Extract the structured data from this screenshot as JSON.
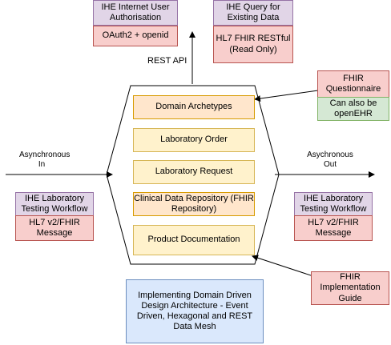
{
  "top_boxes": {
    "auth_title": "IHE Internet User Authorisation",
    "auth_detail": "OAuth2 + openid",
    "query_title": "IHE Query for Existing Data",
    "query_detail": "HL7 FHIR RESTful (Read Only)"
  },
  "rest_api_label": "REST API",
  "questionnaire": {
    "title": "FHIR Questionnaire",
    "detail": "Can also be openEHR"
  },
  "hexagon_items": [
    "Domain Archetypes",
    "Laboratory Order",
    "Laboratory Request",
    "Clinical Data Repository (FHIR Repository)",
    "Product Documentation"
  ],
  "left_side": {
    "flow_label": "Asynchronous In",
    "workflow_title": "IHE Laboratory Testing Workflow",
    "message": "HL7 v2/FHIR Message"
  },
  "right_side": {
    "flow_label": "Asychronous Out",
    "workflow_title": "IHE Laboratory Testing Workflow",
    "message": "HL7 v2/FHIR Message"
  },
  "implementation_guide": "FHIR Implementation Guide",
  "architecture_note": "Implementing Domain Driven Design Architecture - Event Driven, Hexagonal and REST Data Mesh"
}
